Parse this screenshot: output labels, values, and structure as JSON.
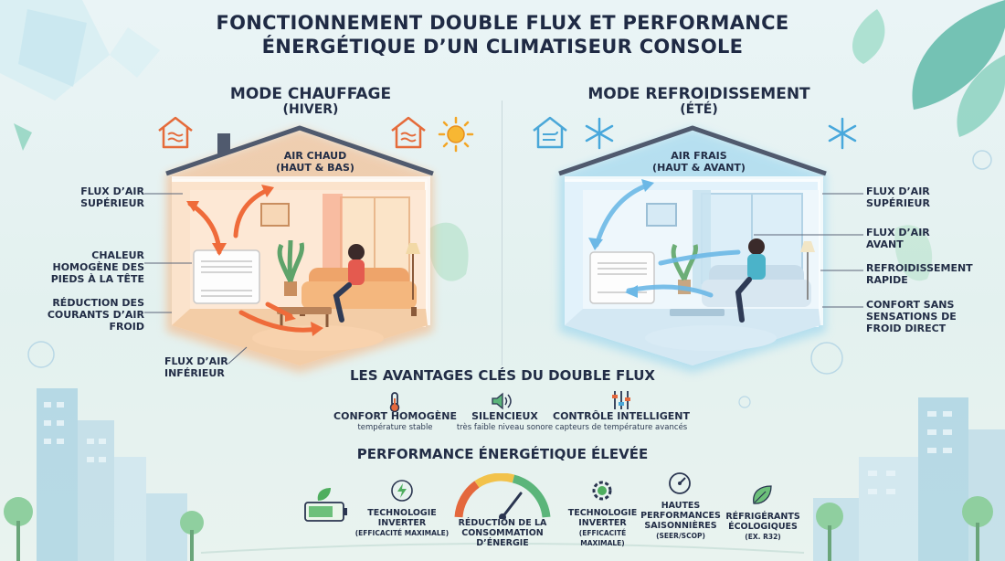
{
  "title_line1": "Fonctionnement double flux et performance",
  "title_line2": "énergétique d’un climatiseur console",
  "heating": {
    "title": "Mode chauffage",
    "subtitle": "(hiver)",
    "air_label": "Air chaud",
    "air_label2": "(haut & bas)",
    "labels": {
      "top_flow_1": "Flux d’air",
      "top_flow_2": "supérieur",
      "heat_1": "Chaleur",
      "heat_2": "homogène des",
      "heat_3": "pieds à la tête",
      "drafts_1": "Réduction des",
      "drafts_2": "courants d’air",
      "drafts_3": "froid",
      "bottom_flow_1": "Flux d’air",
      "bottom_flow_2": "inférieur"
    },
    "colors": {
      "glow": "#f6b07a",
      "wall": "#fbe3cc",
      "arrow": "#ef6b3a"
    }
  },
  "cooling": {
    "title": "Mode refroidissement",
    "subtitle": "(été)",
    "air_label": "Air frais",
    "air_label2": "(haut & avant)",
    "labels": {
      "top_flow_1": "Flux d’air",
      "top_flow_2": "supérieur",
      "front_flow_1": "Flux d’air",
      "front_flow_2": "avant",
      "fast_1": "Refroidissement",
      "fast_2": "rapide",
      "comfort_1": "Confort sans",
      "comfort_2": "sensations de",
      "comfort_3": "froid direct"
    },
    "colors": {
      "glow": "#8fd0ee",
      "wall": "#e2f2fb",
      "arrow": "#6cb8e6"
    }
  },
  "advantages": {
    "title": "Les avantages clés du double flux",
    "items": [
      {
        "title": "Confort homogène",
        "sub": "température stable",
        "icon": "thermometer-icon"
      },
      {
        "title": "Silencieux",
        "sub": "très faible niveau sonore",
        "icon": "speaker-icon"
      },
      {
        "title": "Contrôle intelligent",
        "sub": "capteurs de température avancés",
        "icon": "sliders-icon"
      }
    ]
  },
  "performance": {
    "title": "Performance énergétique élevée",
    "items": [
      {
        "line1": "Technologie",
        "line2": "inverter",
        "small": "(efficacité maximale)",
        "icon": "lightning-icon"
      },
      {
        "line1": "Réduction de la",
        "line2": "consommation d’énergie",
        "small": "",
        "icon": "gauge-icon"
      },
      {
        "line1": "Technologie",
        "line2": "inverter",
        "small": "(efficacité",
        "small2": "maximale)",
        "icon": "gear-icon"
      },
      {
        "line1": "Hautes",
        "line2": "performances",
        "line3": "saisonnières",
        "small": "(SEER/SCOP)",
        "icon": "speedometer-icon"
      },
      {
        "line1": "Réfrigérants",
        "line2": "écologiques",
        "small": "(ex. R32)",
        "icon": "leaf-icon"
      }
    ]
  }
}
